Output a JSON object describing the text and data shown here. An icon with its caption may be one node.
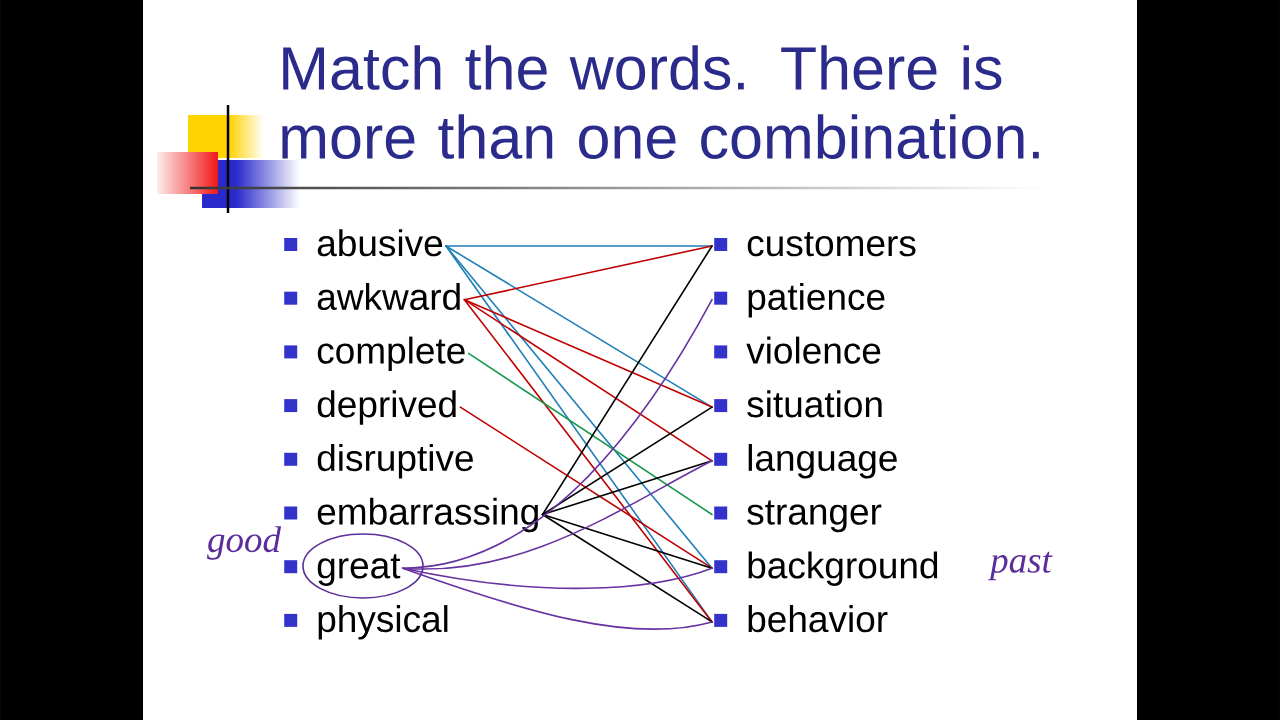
{
  "diagram": {
    "title": "Match the words. There is more than one combination.",
    "nodes": [
      {
        "text": [
          "abusive"
        ]
      },
      {
        "text": [
          "awkward"
        ]
      },
      {
        "text": [
          "complete"
        ]
      },
      {
        "text": [
          "deprived"
        ]
      },
      {
        "text": [
          "disruptive"
        ]
      },
      {
        "text": [
          "embarrassing"
        ]
      },
      {
        "text": [
          "great"
        ]
      },
      {
        "text": [
          "physical"
        ]
      },
      {
        "text": [
          "customers"
        ]
      },
      {
        "text": [
          "patience"
        ]
      },
      {
        "text": [
          "violence"
        ]
      },
      {
        "text": [
          "situation"
        ]
      },
      {
        "text": [
          "language"
        ]
      },
      {
        "text": [
          "stranger"
        ]
      },
      {
        "text": [
          "background"
        ]
      },
      {
        "text": [
          "behavior"
        ]
      }
    ],
    "edges": [
      {
        "from": 0,
        "to": 8,
        "arrow": "none",
        "color": "#1f7fb8"
      },
      {
        "from": 0,
        "to": 11,
        "arrow": "none",
        "color": "#1f7fb8"
      },
      {
        "from": 0,
        "to": 14,
        "arrow": "none",
        "color": "#1f7fb8"
      },
      {
        "from": 0,
        "to": 15,
        "arrow": "none",
        "color": "#1f7fb8"
      },
      {
        "from": 1,
        "to": 8,
        "arrow": "none",
        "color": "#c00000"
      },
      {
        "from": 1,
        "to": 11,
        "arrow": "none",
        "color": "#c00000"
      },
      {
        "from": 1,
        "to": 12,
        "arrow": "none",
        "color": "#c00000"
      },
      {
        "from": 1,
        "to": 15,
        "arrow": "none",
        "color": "#c00000"
      },
      {
        "from": 2,
        "to": 13,
        "arrow": "none",
        "color": "#1a9850"
      },
      {
        "from": 3,
        "to": 14,
        "arrow": "none",
        "color": "#c00000"
      },
      {
        "from": 5,
        "to": 8,
        "arrow": "none",
        "color": "#000000"
      },
      {
        "from": 5,
        "to": 11,
        "arrow": "none",
        "color": "#000000"
      },
      {
        "from": 5,
        "to": 12,
        "arrow": "none",
        "color": "#000000"
      },
      {
        "from": 5,
        "to": 14,
        "arrow": "none",
        "color": "#000000"
      },
      {
        "from": 5,
        "to": 15,
        "arrow": "none",
        "color": "#000000"
      },
      {
        "from": 6,
        "to": 9,
        "arrow": "none",
        "color": "#6633a0"
      },
      {
        "from": 6,
        "to": 12,
        "arrow": "none",
        "color": "#6633a0"
      },
      {
        "from": 6,
        "to": 14,
        "arrow": "none",
        "color": "#6633a0"
      },
      {
        "from": 6,
        "to": 15,
        "arrow": "none",
        "color": "#6633a0"
      }
    ],
    "labels": [
      "good",
      "past"
    ]
  }
}
